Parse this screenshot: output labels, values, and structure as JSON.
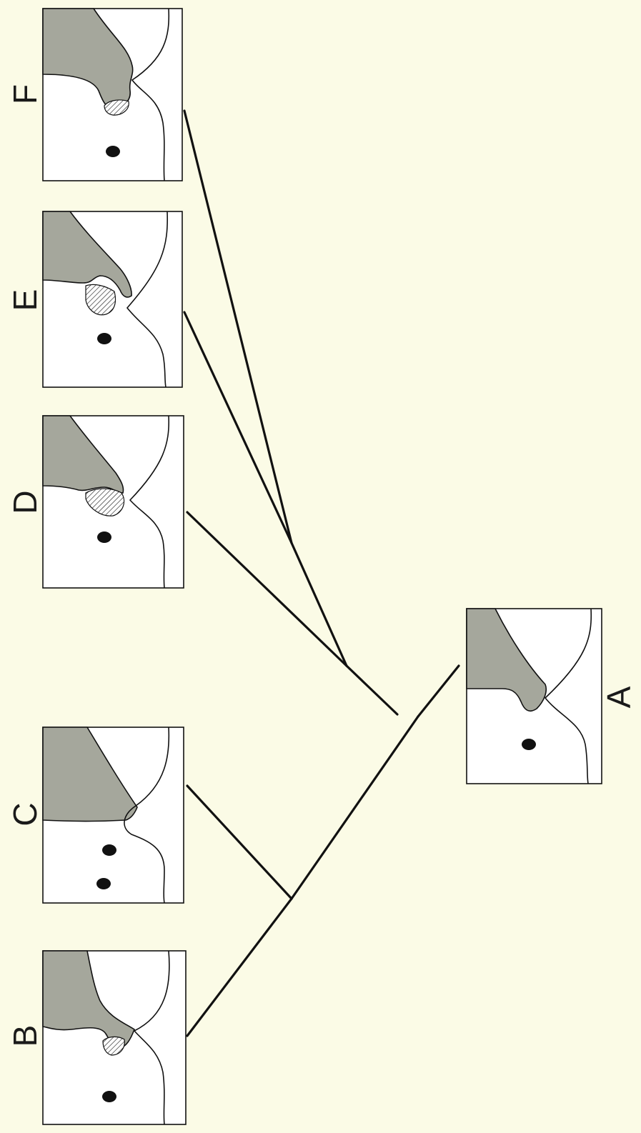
{
  "colors": {
    "background": "#fbfbe6",
    "panel_fill": "#ffffff",
    "shaded_region": "#a5a79c",
    "ink": "#111111"
  },
  "panels": [
    {
      "label": "A"
    },
    {
      "label": "B"
    },
    {
      "label": "C"
    },
    {
      "label": "D"
    },
    {
      "label": "E"
    },
    {
      "label": "F"
    }
  ]
}
